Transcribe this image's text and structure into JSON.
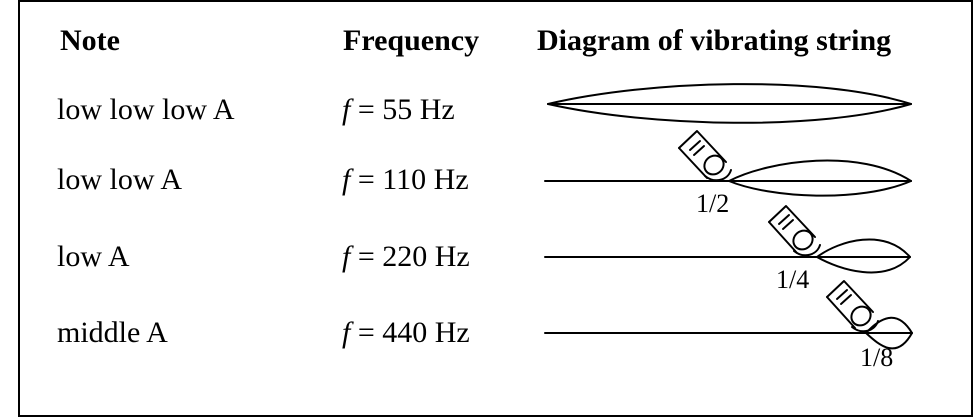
{
  "headers": {
    "note": "Note",
    "frequency": "Frequency",
    "diagram": "Diagram of vibrating string"
  },
  "rows": [
    {
      "note": "low low low A",
      "f_symbol": "f",
      "f_value": "= 55 Hz",
      "fraction": ""
    },
    {
      "note": "low low A",
      "f_symbol": "f",
      "f_value": "= 110 Hz",
      "fraction": "1/2"
    },
    {
      "note": "low A",
      "f_symbol": "f",
      "f_value": "= 220 Hz",
      "fraction": "1/4"
    },
    {
      "note": "middle A",
      "f_symbol": "f",
      "f_value": "= 440 Hz",
      "fraction": "1/8"
    }
  ]
}
